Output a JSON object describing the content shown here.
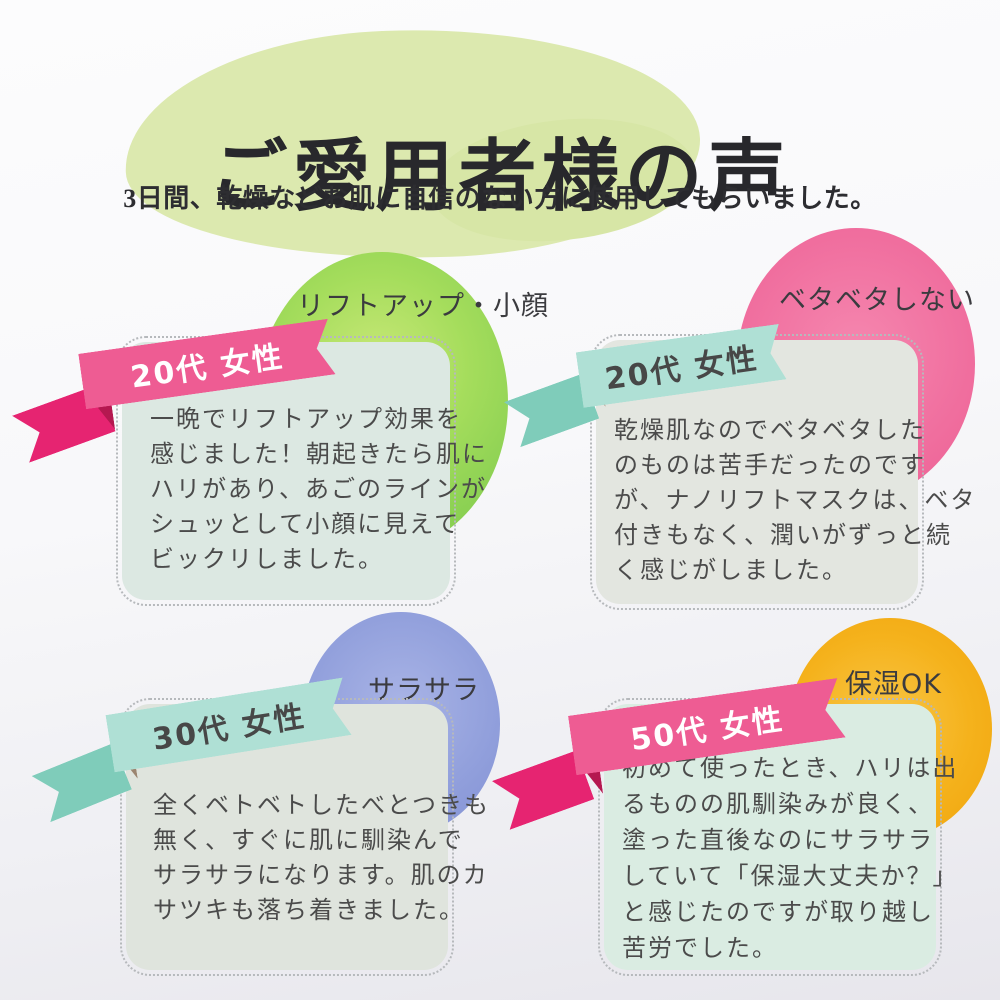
{
  "header": {
    "title": "ご愛用者様の声",
    "subtitle": "3日間、乾燥などお肌に自信のない方に使用してもらいました。"
  },
  "testimonials": [
    {
      "category": "リフトアップ・小顔",
      "reviewer": "20代 女性",
      "quote": "一晩でリフトアップ効果を\n感じました！朝起きたら肌に\nハリがあり、あごのラインが\nシュッとして小顔に見えて\nビックリしました。",
      "circle_color": "#9ada57"
    },
    {
      "category": "ベタベタしない",
      "reviewer": "20代 女性",
      "quote": "乾燥肌なのでベタベタした\nのものは苦手だったのです\nが、ナノリフトマスクは、ベタ\n付きもなく、潤いがずっと続\nく感じがしました。",
      "circle_color": "#f172a1"
    },
    {
      "category": "サラサラ",
      "reviewer": "30代 女性",
      "quote": "全くベトベトしたべとつきも\n無く、すぐに肌に馴染んで\nサラサラになります。肌のカ\nサツキも落ち着きました。",
      "circle_color": "#92a0dc"
    },
    {
      "category": "保湿OK",
      "reviewer": "50代 女性",
      "quote": "初めて使ったとき、ハリは出\nるものの肌馴染みが良く、\n塗った直後なのにサラサラ\nしていて「保湿大丈夫か？」\nと感じたのですが取り越し\n苦労でした。",
      "circle_color": "#f5b21c"
    }
  ],
  "palette": {
    "title_blob": "#dce9af",
    "ribbon_pink": "#ee5c93",
    "ribbon_pink_dark": "#e62471",
    "ribbon_mint": "#afe0d5",
    "ribbon_mint_dark": "#7fccba",
    "card_mint_fill": "#dce8e2",
    "card_gray_fill": "#e3e6e0",
    "text_dark": "#4b4b4b"
  }
}
